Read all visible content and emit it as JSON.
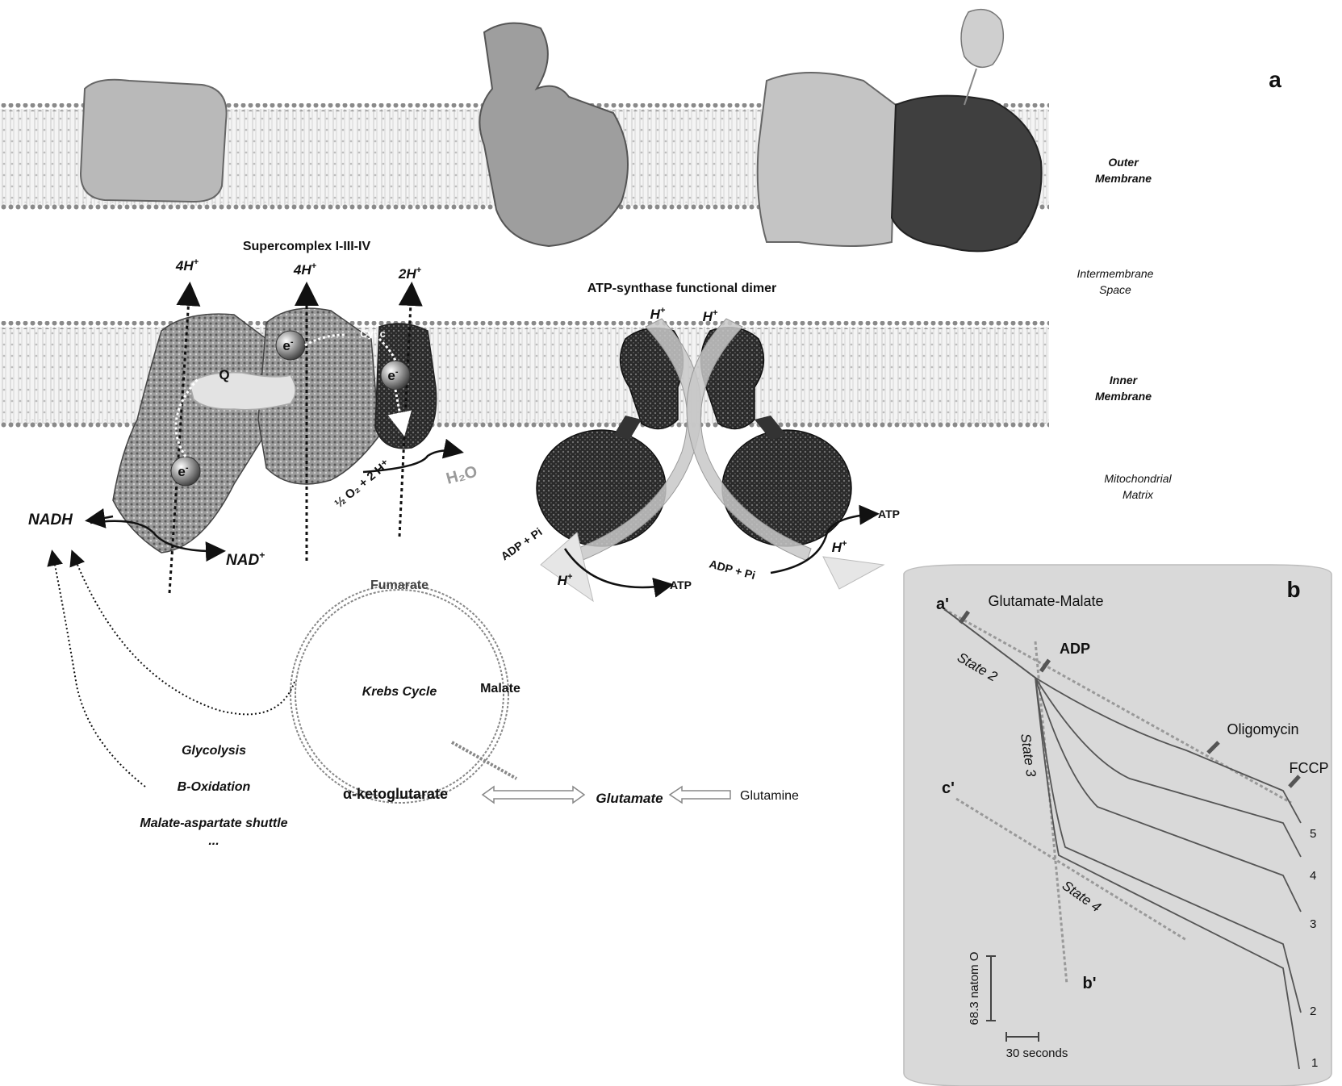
{
  "panel_a": {
    "label": "a",
    "outer_membrane": [
      "Outer",
      "Membrane"
    ],
    "intermembrane_space": [
      "Intermembrane",
      "Space"
    ],
    "inner_membrane": [
      "Inner",
      "Membrane"
    ],
    "matrix": [
      "Mitochondrial",
      "Matrix"
    ],
    "supercomplex_title": "Supercomplex I-III-IV",
    "proton_labels": [
      "4H",
      "4H",
      "2H"
    ],
    "proton_sup": "+",
    "electron": "e",
    "electron_sup": "-",
    "quinone": "Q",
    "cyt_c": "Cyt c",
    "oxygen_reaction": "½ O₂ + 2 H⁺",
    "water": "H₂O",
    "nadh": "NADH",
    "nad_plus": "NAD",
    "atp_synthase_title": "ATP-synthase functional dimer",
    "h_plus": "H",
    "adp_pi": "ADP + Pi",
    "atp": "ATP",
    "krebs": {
      "title": "Krebs Cycle",
      "fumarate": "Fumarate",
      "malate": "Malate",
      "alpha_kg": "α-ketoglutarate",
      "glutamate": "Glutamate",
      "glutamine": "Glutamine"
    },
    "sources": [
      "Glycolysis",
      "B-Oxidation",
      "Malate-aspartate shuttle",
      "..."
    ]
  },
  "panel_b": {
    "label": "b",
    "substrate": "Glutamate-Malate",
    "adp": "ADP",
    "oligomycin": "Oligomycin",
    "fccp": "FCCP",
    "state2": "State 2",
    "state3": "State 3",
    "state4": "State 4",
    "a_prime": "a'",
    "b_prime": "b'",
    "c_prime": "c'",
    "trace_numbers": [
      "1",
      "2",
      "3",
      "4",
      "5"
    ],
    "scale_vertical": "68.3 natom O",
    "scale_horizontal": "30 seconds"
  }
}
